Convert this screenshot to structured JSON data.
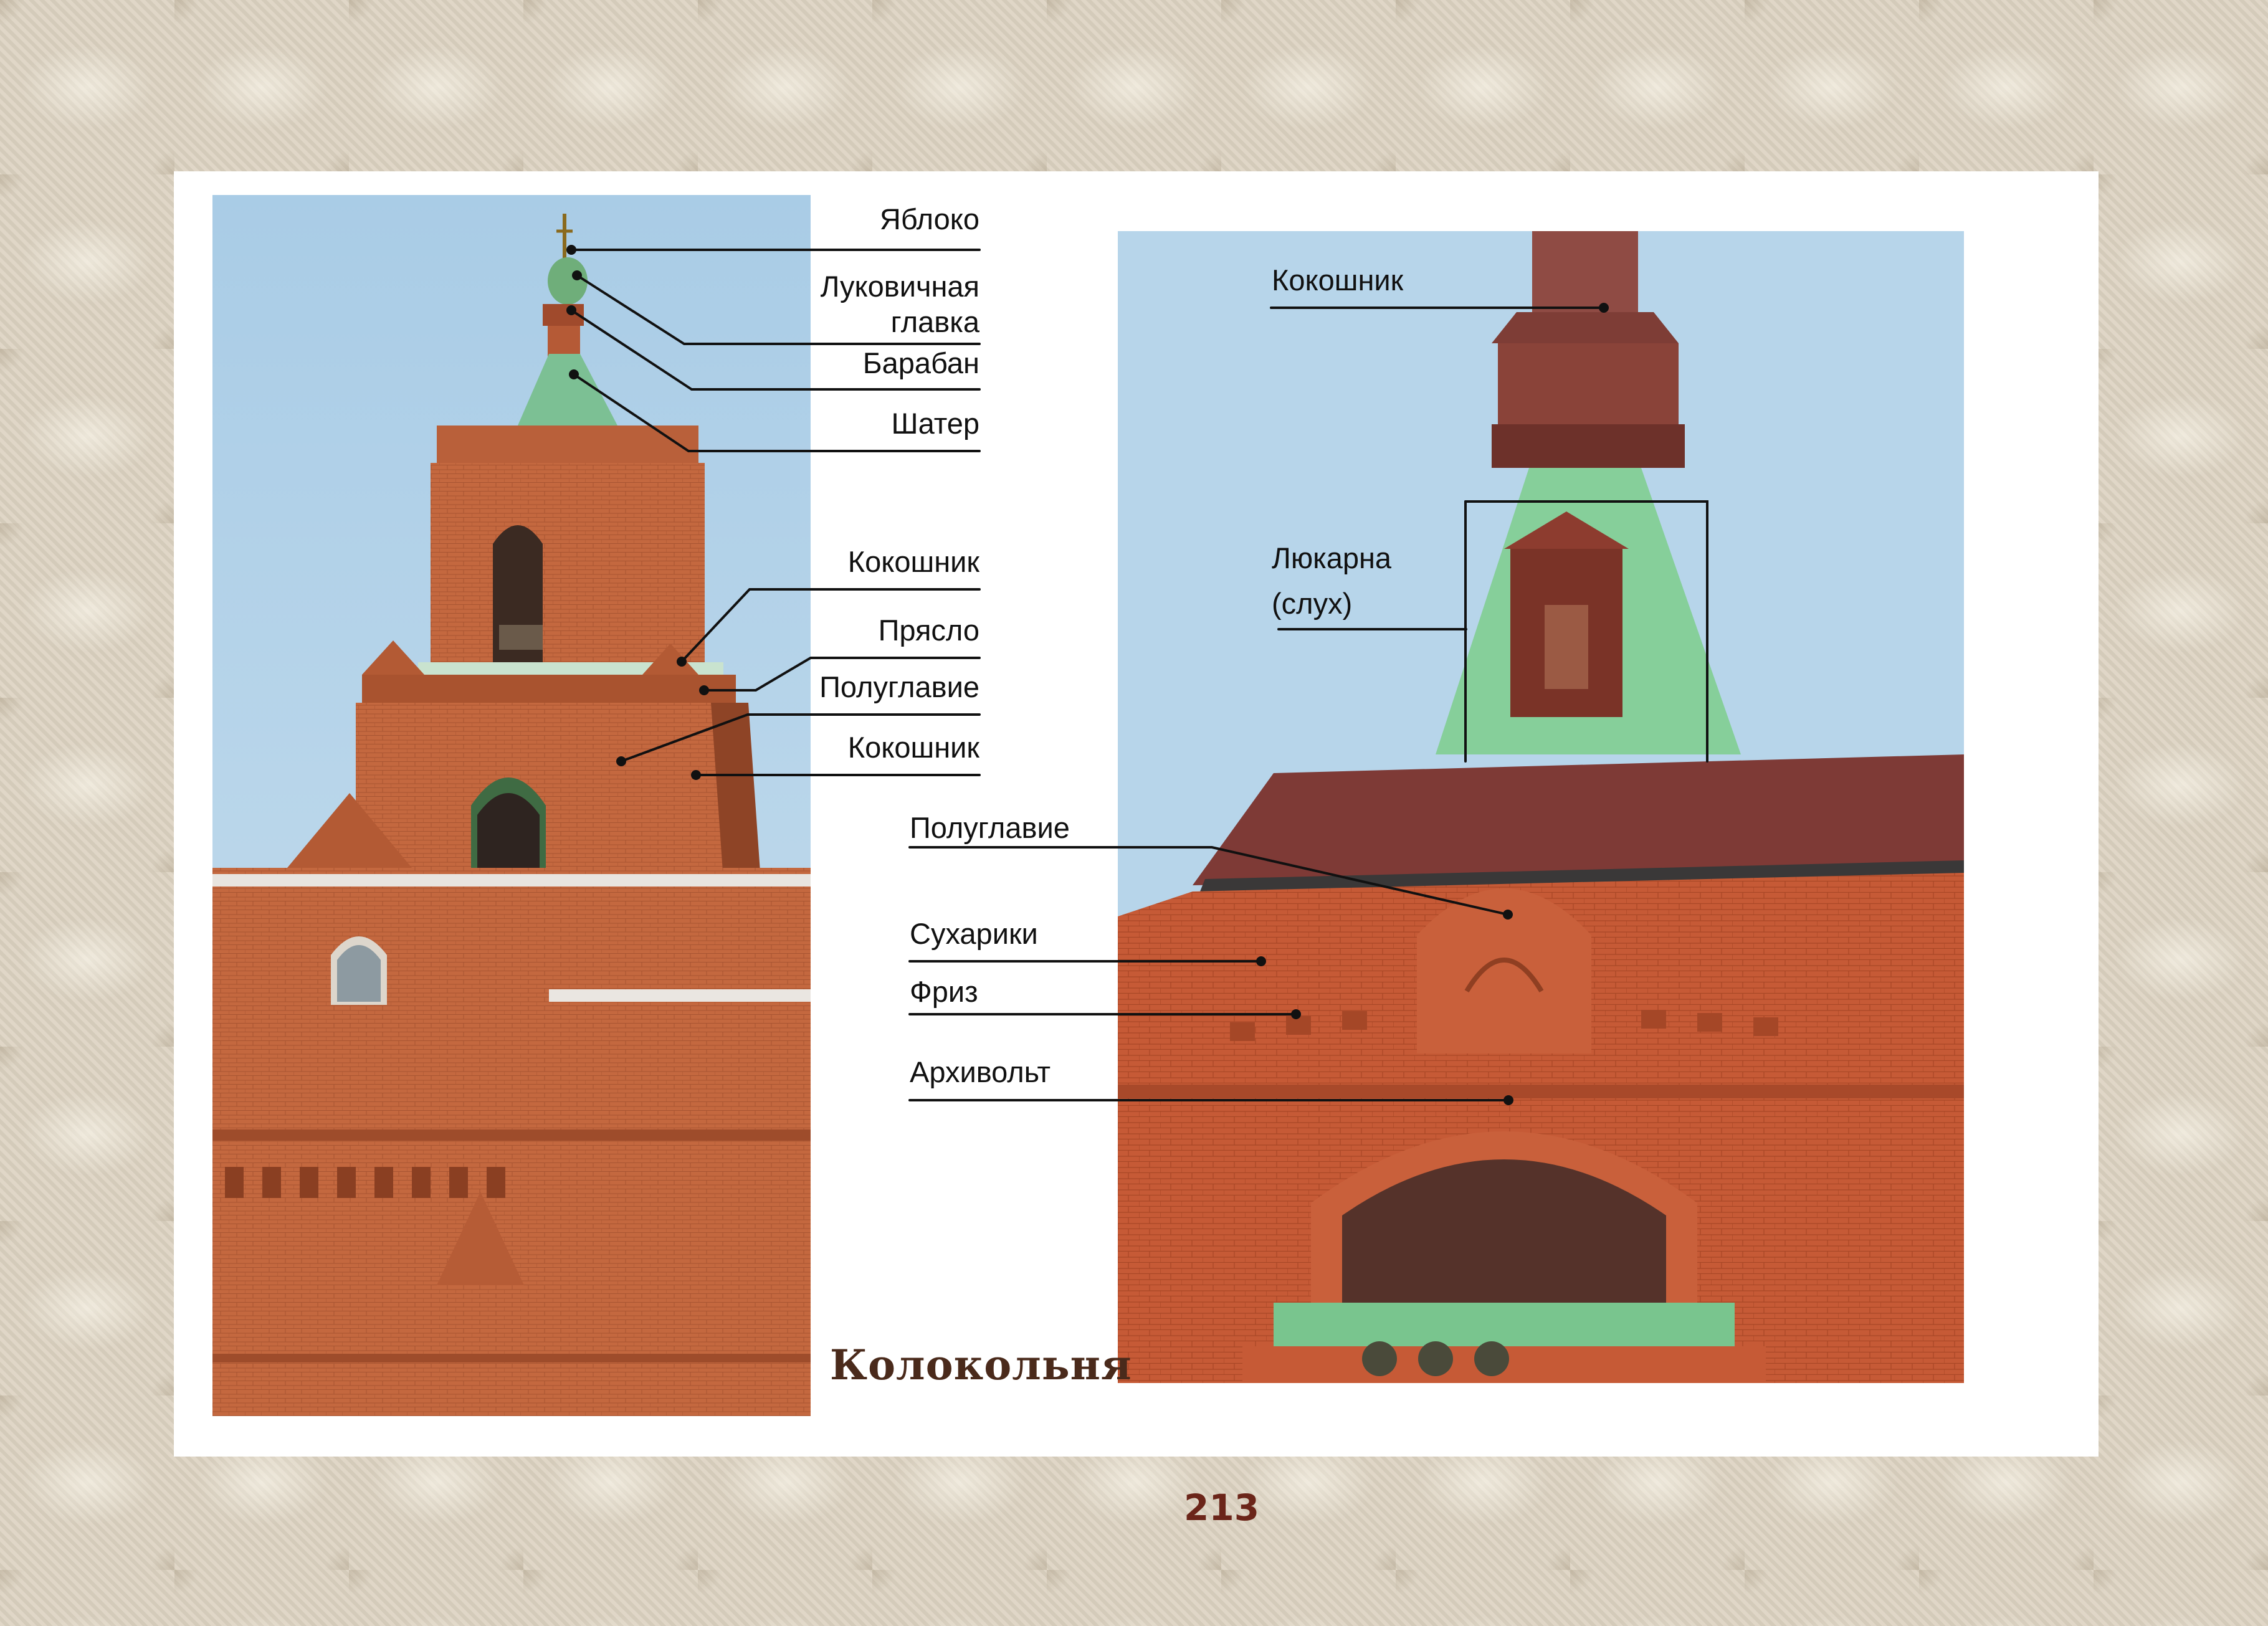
{
  "left_labels": {
    "apple": "Яблоко",
    "onion_dome_line1": "Луковичная",
    "onion_dome_line2": "главка",
    "drum": "Барабан",
    "tent_roof": "Шатер",
    "kokoshnik_upper": "Кокошник",
    "bay": "Прясло",
    "half_dome": "Полуглавие",
    "kokoshnik_lower": "Кокошник"
  },
  "right_labels": {
    "kokoshnik": "Кокошник",
    "lucarne_line1": "Люкарна",
    "lucarne_line2": "(слух)",
    "half_dome": "Полуглавие",
    "dentils": "Сухарики",
    "frieze": "Фриз",
    "archivolt": "Архивольт"
  },
  "caption": "Колокольня",
  "page_number": "213",
  "colors": {
    "brick": "#c4683f",
    "copper_green": "#7dc49a",
    "sky": "#b3d3ea",
    "leader_line": "#111111",
    "page_number": "#6b2519"
  }
}
